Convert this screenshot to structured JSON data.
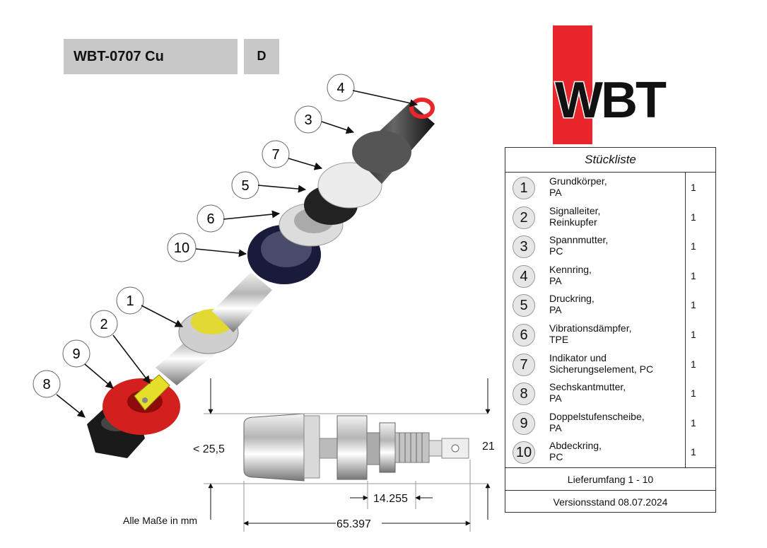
{
  "header": {
    "model": "WBT-0707 Cu",
    "language": "D"
  },
  "logo": {
    "text": "WBT",
    "colors": {
      "red": "#e8262c",
      "black": "#111111"
    }
  },
  "parts_list": {
    "title": "Stückliste",
    "rows": [
      {
        "num": "1",
        "line1": "Grundkörper,",
        "line2": "PA",
        "qty": "1"
      },
      {
        "num": "2",
        "line1": "Signalleiter,",
        "line2": "Reinkupfer",
        "qty": "1"
      },
      {
        "num": "3",
        "line1": "Spannmutter,",
        "line2": "PC",
        "qty": "1"
      },
      {
        "num": "4",
        "line1": "Kennring,",
        "line2": "PA",
        "qty": "1"
      },
      {
        "num": "5",
        "line1": "Druckring,",
        "line2": "PA",
        "qty": "1"
      },
      {
        "num": "6",
        "line1": "Vibrationsdämpfer,",
        "line2": "TPE",
        "qty": "1"
      },
      {
        "num": "7",
        "line1": "Indikator und",
        "line2": "Sicherungselement, PC",
        "qty": "1"
      },
      {
        "num": "8",
        "line1": "Sechskantmutter,",
        "line2": "PA",
        "qty": "1"
      },
      {
        "num": "9",
        "line1": "Doppelstufenscheibe,",
        "line2": "PA",
        "qty": "1"
      },
      {
        "num": "10",
        "line1": "Abdeckring,",
        "line2": "PC",
        "qty": "1"
      }
    ],
    "scope": "Lieferumfang 1 - 10",
    "version": "Versionsstand 08.07.2024"
  },
  "drawing": {
    "callouts": [
      "4",
      "3",
      "7",
      "5",
      "6",
      "10",
      "1",
      "2",
      "9",
      "8"
    ],
    "dim_height": "< 25,5",
    "dim_thread": "21",
    "dim_short": "14.255",
    "dim_total": "65.397",
    "note": "Alle Maße in mm"
  }
}
